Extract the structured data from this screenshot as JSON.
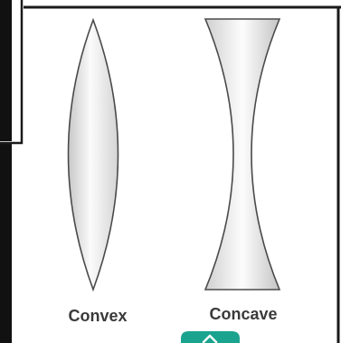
{
  "diagram": {
    "lenses": [
      {
        "id": "convex",
        "label": "Convex"
      },
      {
        "id": "concave",
        "label": "Concave"
      }
    ],
    "colors": {
      "frame": "#1a1a1a",
      "lens_outline": "#4a4a4a",
      "lens_fill_light": "#fbfbfb",
      "lens_fill_dark": "#c9c9c9",
      "label": "#3a3a3a",
      "badge": "#1aa38f"
    },
    "icons": [
      "chevron-up-icon"
    ]
  }
}
